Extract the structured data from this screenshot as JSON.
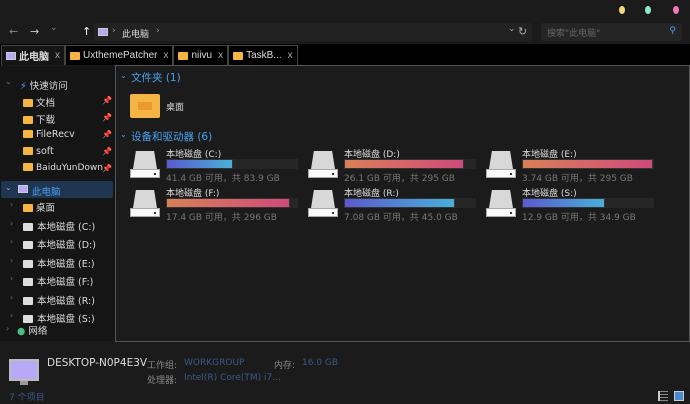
{
  "window": {
    "dots": [
      "#f5d67a",
      "#8ee8d0",
      "#f07ab8"
    ]
  },
  "nav": {
    "back": "←",
    "forward": "→",
    "history": "⌄",
    "up": "↑",
    "path": "此电脑",
    "sep": "›",
    "dropdown": "⌄",
    "refresh": "↻",
    "search_placeholder": "搜索\"此电脑\"",
    "search_icon": "🔍"
  },
  "tabs": [
    {
      "label": "此电脑",
      "icon": "computer"
    },
    {
      "label": "UxthemePatcher",
      "icon": "folder"
    },
    {
      "label": "niivu",
      "icon": "folder"
    },
    {
      "label": "TaskB...",
      "icon": "folder"
    }
  ],
  "tab_close": "x",
  "sidebar": {
    "quick_access": "快速访问",
    "quick_items": [
      {
        "label": "文档",
        "pinned": true
      },
      {
        "label": "下载",
        "pinned": true
      },
      {
        "label": "FileRecv",
        "pinned": true
      },
      {
        "label": "soft",
        "pinned": true
      },
      {
        "label": "BaiduYunDown",
        "pinned": true
      }
    ],
    "this_pc": "此电脑",
    "pc_items": [
      "桌面",
      "本地磁盘 (C:)",
      "本地磁盘 (D:)",
      "本地磁盘 (E:)",
      "本地磁盘 (F:)",
      "本地磁盘 (R:)",
      "本地磁盘 (S:)"
    ],
    "network": "网络"
  },
  "main": {
    "folders_header": "文件夹 (1)",
    "folders": [
      {
        "label": "桌面"
      }
    ],
    "drives_header": "设备和驱动器 (6)",
    "drives": [
      {
        "name": "本地磁盘 (C:)",
        "free": "41.4 GB 可用，共 83.9 GB",
        "used": 0.51,
        "color": "blue"
      },
      {
        "name": "本地磁盘 (D:)",
        "free": "26.1 GB 可用，共 295 GB",
        "used": 0.91,
        "color": "red"
      },
      {
        "name": "本地磁盘 (E:)",
        "free": "3.74 GB 可用，共 295 GB",
        "used": 0.99,
        "color": "red"
      },
      {
        "name": "本地磁盘 (F:)",
        "free": "17.4 GB 可用，共 296 GB",
        "used": 0.94,
        "color": "red"
      },
      {
        "name": "本地磁盘 (R:)",
        "free": "7.08 GB 可用，共 45.0 GB",
        "used": 0.84,
        "color": "blue"
      },
      {
        "name": "本地磁盘 (S:)",
        "free": "12.9 GB 可用，共 34.9 GB",
        "used": 0.63,
        "color": "blue"
      }
    ]
  },
  "details": {
    "computer": "DESKTOP-N0P4E3V",
    "workgroup_label": "工作组:",
    "workgroup": "WORKGROUP",
    "memory_label": "内存:",
    "memory": "16.0 GB",
    "cpu_label": "处理器:",
    "cpu": "Intel(R) Core(TM) i7..."
  },
  "status": {
    "count": "7 个项目"
  }
}
